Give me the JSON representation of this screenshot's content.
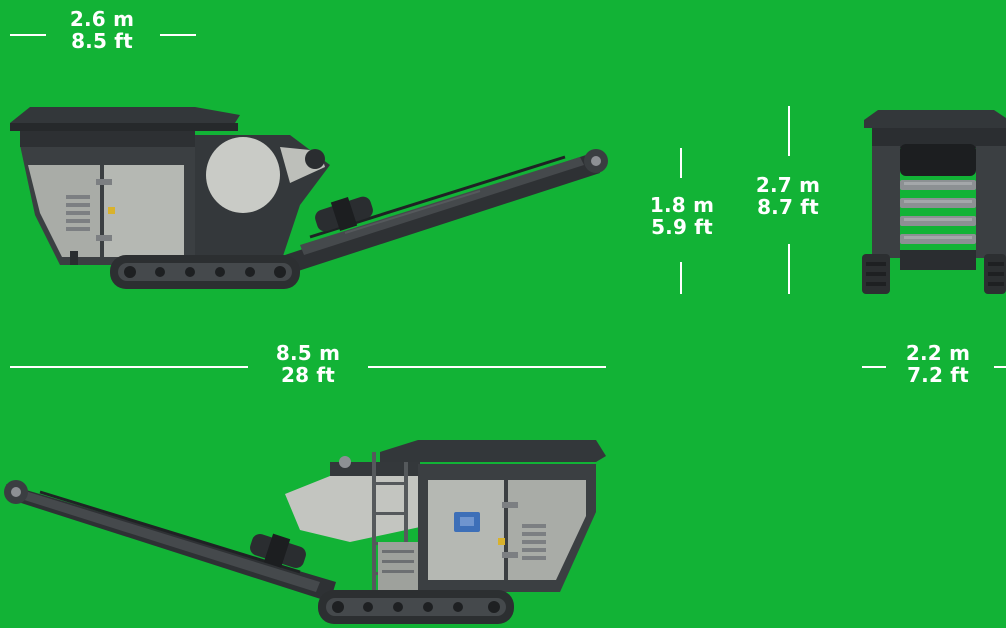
{
  "background_color": "#12b336",
  "machine_colors": {
    "body": "#3b3f42",
    "dark": "#2a2d30",
    "panel": "#a9aca7",
    "panel_light": "#c6c8c3",
    "accent_blue": "#3d6fb8",
    "accent_yellow": "#d9b22c"
  },
  "dimensions": {
    "top_width": {
      "metric": "2.6 m",
      "imperial": "8.5 ft"
    },
    "feed_height": {
      "metric": "1.8 m",
      "imperial": "5.9 ft"
    },
    "overall_height": {
      "metric": "2.7 m",
      "imperial": "8.7 ft"
    },
    "overall_length": {
      "metric": "8.5 m",
      "imperial": "28 ft"
    },
    "end_width": {
      "metric": "2.2 m",
      "imperial": "7.2 ft"
    }
  },
  "views": {
    "side_view_right": {
      "icon": "mobile-crusher-side-view"
    },
    "end_view": {
      "icon": "mobile-crusher-end-view"
    },
    "side_view_left": {
      "icon": "mobile-crusher-side-view-mirrored"
    }
  }
}
